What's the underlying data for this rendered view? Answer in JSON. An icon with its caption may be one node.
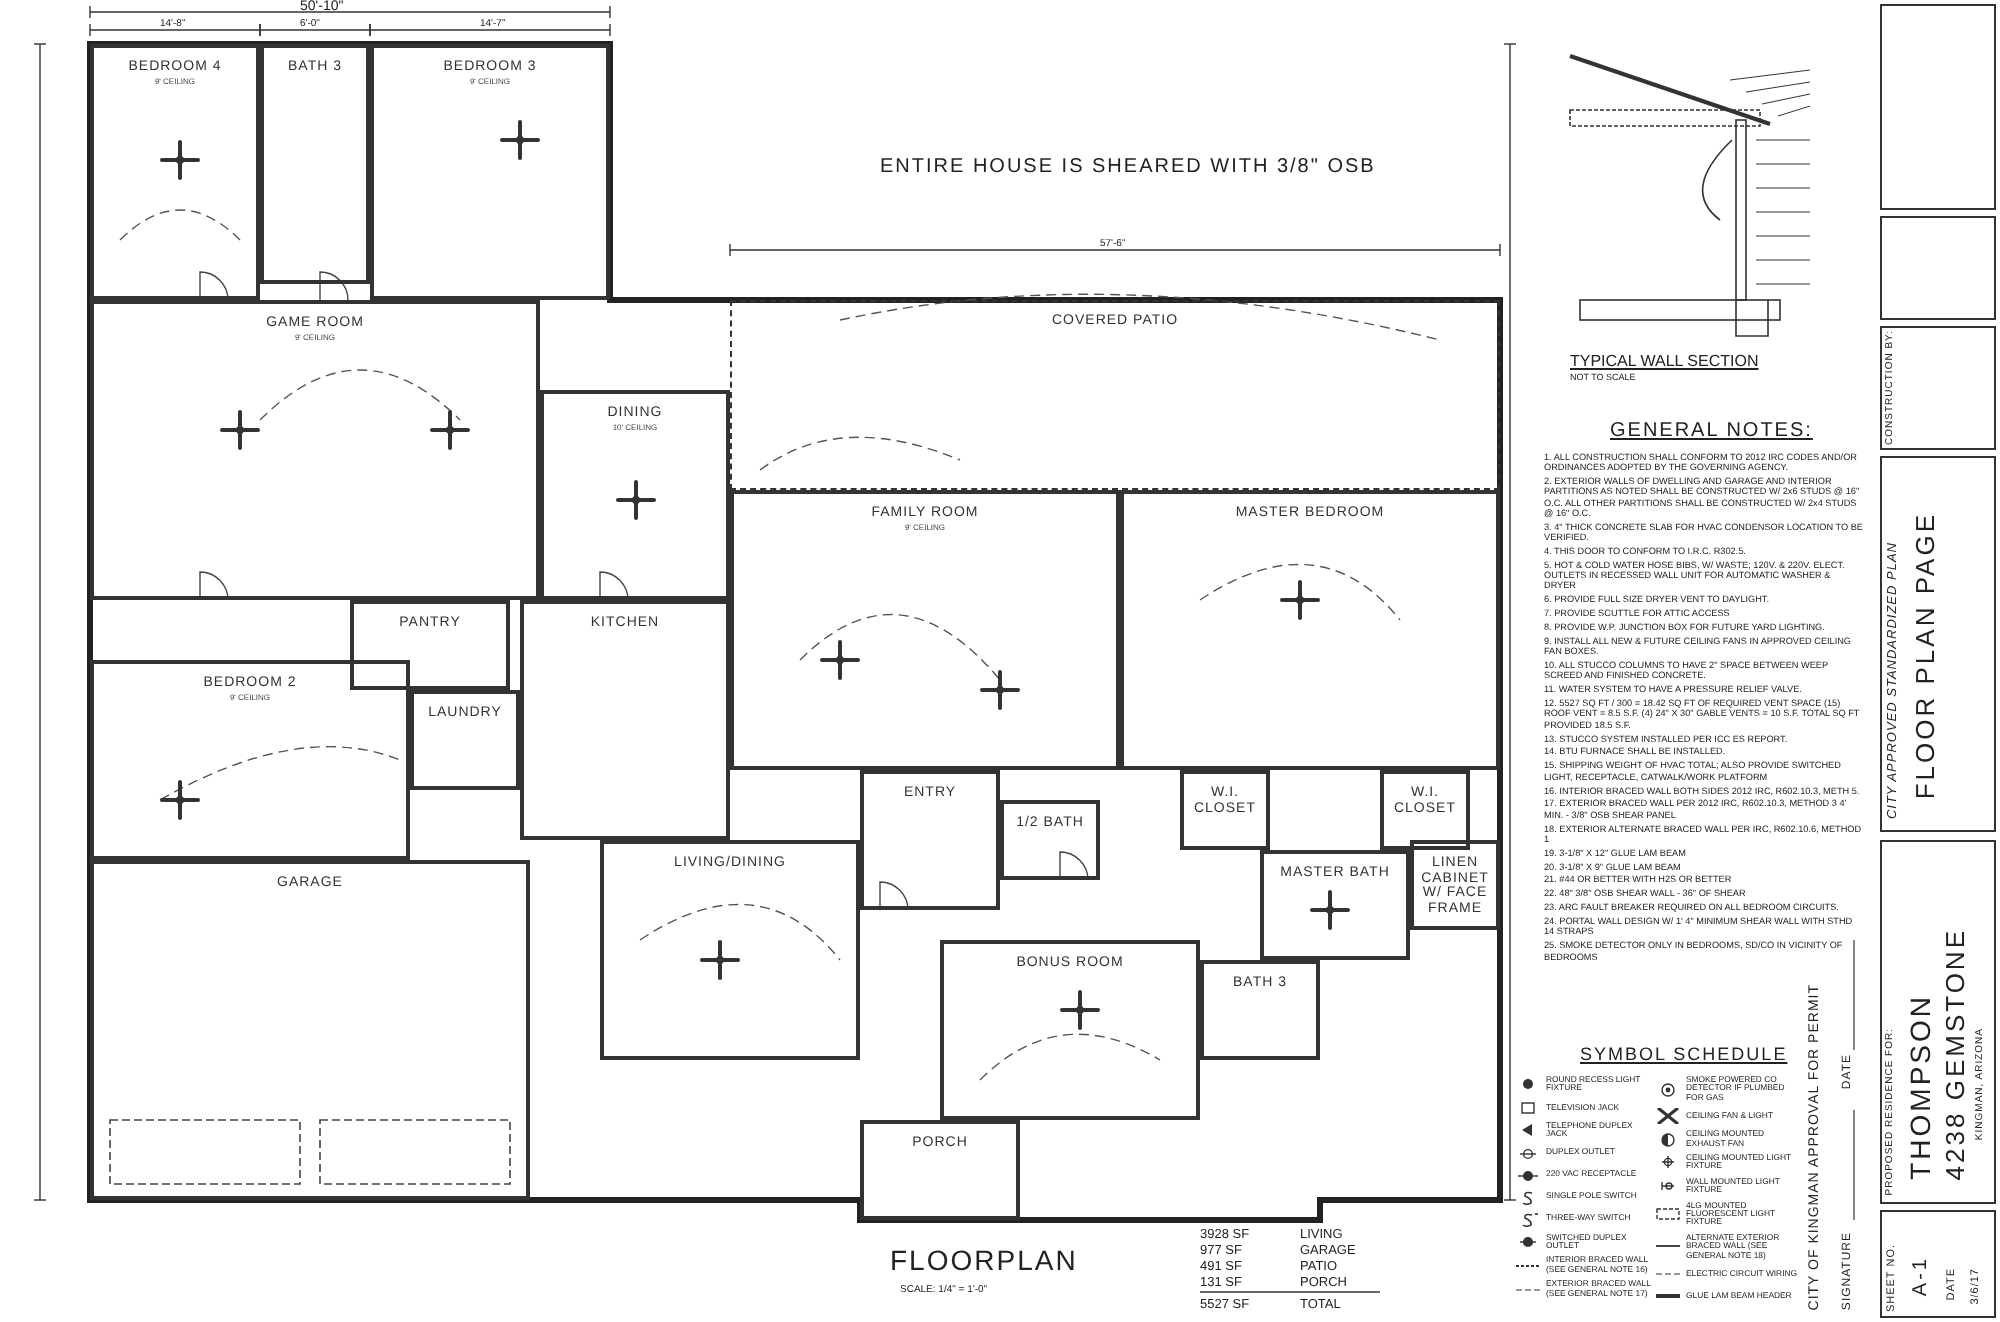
{
  "diagram": {
    "nodes": [
      {
        "text": [
          "BEDROOM 4",
          "9' CEILING"
        ]
      },
      {
        "text": [
          "BATH 3"
        ]
      },
      {
        "text": [
          "BEDROOM 3",
          "9' CEILING"
        ]
      },
      {
        "text": [
          "GAME ROOM",
          "9' CEILING"
        ]
      },
      {
        "text": [
          "DINING",
          "10' CEILING"
        ]
      },
      {
        "text": [
          "COVERED PATIO"
        ]
      },
      {
        "text": [
          "FAMILY ROOM",
          "9' CEILING"
        ]
      },
      {
        "text": [
          "MASTER BEDROOM"
        ]
      },
      {
        "text": [
          "PANTRY"
        ]
      },
      {
        "text": [
          "KITCHEN"
        ]
      },
      {
        "text": [
          "LAUNDRY"
        ]
      },
      {
        "text": [
          "BEDROOM 2",
          "9' CEILING"
        ]
      },
      {
        "text": [
          "W.I. CLOSET"
        ]
      },
      {
        "text": [
          "W.I. CLOSET"
        ]
      },
      {
        "text": [
          "1/2 BATH"
        ]
      },
      {
        "text": [
          "ENTRY"
        ]
      },
      {
        "text": [
          "MASTER BATH"
        ]
      },
      {
        "text": [
          "LIVING/DINING"
        ]
      },
      {
        "text": [
          "GARAGE"
        ]
      },
      {
        "text": [
          "BONUS ROOM"
        ]
      },
      {
        "text": [
          "BATH 3"
        ]
      },
      {
        "text": [
          "PORCH"
        ]
      },
      {
        "text": [
          "LINEN CABINET W/ FACE FRAME"
        ]
      }
    ],
    "labels": [
      "50'-10\"",
      "14'-8\"",
      "6'-0\"",
      "14'-7\"",
      "ENTIRE HOUSE IS SHEARED WITH 3/8\" OSB",
      "57'-6\"",
      "TYPICAL WALL SECTION",
      "NOT TO SCALE",
      "GENERAL NOTES:",
      "1. ALL CONSTRUCTION SHALL CONFORM TO 2012 IRC CODES AND/OR ORDINANCES ADOPTED BY THE GOVERNING AGENCY.",
      "2. EXTERIOR WALLS OF DWELLING AND GARAGE AND INTERIOR PARTITIONS AS NOTED SHALL BE CONSTRUCTED W/ 2x6 STUDS @ 16\" O.C. ALL OTHER PARTITIONS SHALL BE CONSTRUCTED W/ 2x4 STUDS @ 16\" O.C.",
      "3. 4\" THICK CONCRETE SLAB FOR HVAC CONDENSOR LOCATION TO BE VERIFIED.",
      "4. THIS DOOR TO CONFORM TO I.R.C. R302.5.",
      "5. HOT & COLD WATER HOSE BIBS, W/ WASTE; 120V. & 220V. ELECT. OUTLETS IN RECESSED WALL UNIT FOR AUTOMATIC WASHER & DRYER",
      "6. PROVIDE FULL SIZE DRYER VENT TO DAYLIGHT.",
      "7. PROVIDE SCUTTLE FOR ATTIC ACCESS",
      "8. PROVIDE W.P. JUNCTION BOX FOR FUTURE YARD LIGHTING.",
      "9. INSTALL ALL NEW & FUTURE CEILING FANS IN APPROVED CEILING FAN BOXES.",
      "10. ALL STUCCO COLUMNS TO HAVE 2\" SPACE BETWEEN WEEP SCREED AND FINISHED CONCRETE.",
      "11. WATER SYSTEM TO HAVE A PRESSURE RELIEF VALVE.",
      "12. 5527 SQ FT / 300 = 18.42 SQ FT OF REQUIRED VENT SPACE (15) ROOF VENT = 8.5 S.F. (4) 24\" X 30\" GABLE VENTS = 10 S.F. TOTAL SQ FT PROVIDED 18.5 S.F.",
      "13. STUCCO SYSTEM INSTALLED PER ICC ES REPORT.",
      "14. BTU FURNACE SHALL BE INSTALLED.",
      "15. SHIPPING WEIGHT OF HVAC TOTAL; ALSO PROVIDE SWITCHED LIGHT, RECEPTACLE, CATWALK/WORK PLATFORM",
      "16. INTERIOR BRACED WALL BOTH SIDES 2012 IRC, R602.10.3, METH 5.",
      "17. EXTERIOR BRACED WALL PER 2012 IRC, R602.10.3, METHOD 3 4' MIN. - 3/8\" OSB SHEAR PANEL",
      "18. EXTERIOR ALTERNATE BRACED WALL PER IRC, R602.10.6, METHOD 1",
      "19. 3-1/8\" X 12\" GLUE LAM BEAM",
      "20. 3-1/8\" X 9\" GLUE LAM BEAM",
      "21. #44 OR BETTER WITH H2S OR BETTER",
      "22. 48\" 3/8\" OSB SHEAR WALL - 36\" OF SHEAR",
      "23. ARC FAULT BREAKER REQUIRED ON ALL BEDROOM CIRCUITS.",
      "24. PORTAL WALL DESIGN W/ 1' 4\" MINIMUM SHEAR WALL WITH STHD 14 STRAPS",
      "25. SMOKE DETECTOR ONLY IN BEDROOMS, SD/CO IN VICINITY OF BEDROOMS",
      "SYMBOL SCHEDULE",
      "FLOORPLAN",
      "SCALE: 1/4\" = 1'-0\"",
      "3928 SF",
      "LIVING",
      "977 SF",
      "GARAGE",
      "491 SF",
      "PATIO",
      "131 SF",
      "PORCH",
      "5527 SF",
      "TOTAL",
      "CITY OF KINGMAN APPROVAL FOR PERMIT",
      "SIGNATURE",
      "DATE",
      "CONSTRUCTION BY:",
      "CITY APPROVED STANDARDIZED PLAN",
      "FLOOR PLAN PAGE",
      "PROPOSED RESIDENCE FOR:",
      "THOMPSON",
      "4238 GEMSTONE",
      "KINGMAN, ARIZONA",
      "SHEET NO.",
      "A-1",
      "DATE",
      "3/6/17"
    ],
    "legend": [
      {
        "text": "ROUND RECESS LIGHT FIXTURE"
      },
      {
        "text": "TELEVISION JACK"
      },
      {
        "text": "TELEPHONE DUPLEX JACK"
      },
      {
        "text": "DUPLEX OUTLET"
      },
      {
        "text": "220 VAC RECEPTACLE"
      },
      {
        "text": "SINGLE POLE SWITCH"
      },
      {
        "text": "THREE-WAY SWITCH"
      },
      {
        "text": "SWITCHED DUPLEX OUTLET"
      },
      {
        "text": "INTERIOR BRACED WALL (SEE GENERAL NOTE 16)"
      },
      {
        "text": "EXTERIOR BRACED WALL (SEE GENERAL NOTE 17)"
      },
      {
        "text": "SMOKE POWERED CO DETECTOR IF PLUMBED FOR GAS"
      },
      {
        "text": "CEILING FAN & LIGHT"
      },
      {
        "text": "CEILING MOUNTED EXHAUST FAN"
      },
      {
        "text": "CEILING MOUNTED LIGHT FIXTURE"
      },
      {
        "text": "WALL MOUNTED LIGHT FIXTURE"
      },
      {
        "text": "4LG MOUNTED FLUORESCENT LIGHT FIXTURE"
      },
      {
        "text": "ALTERNATE EXTERIOR BRACED WALL (SEE GENERAL NOTE 18)"
      },
      {
        "text": "ELECTRIC CIRCUIT WIRING"
      },
      {
        "text": "GLUE LAM BEAM HEADER"
      }
    ]
  }
}
